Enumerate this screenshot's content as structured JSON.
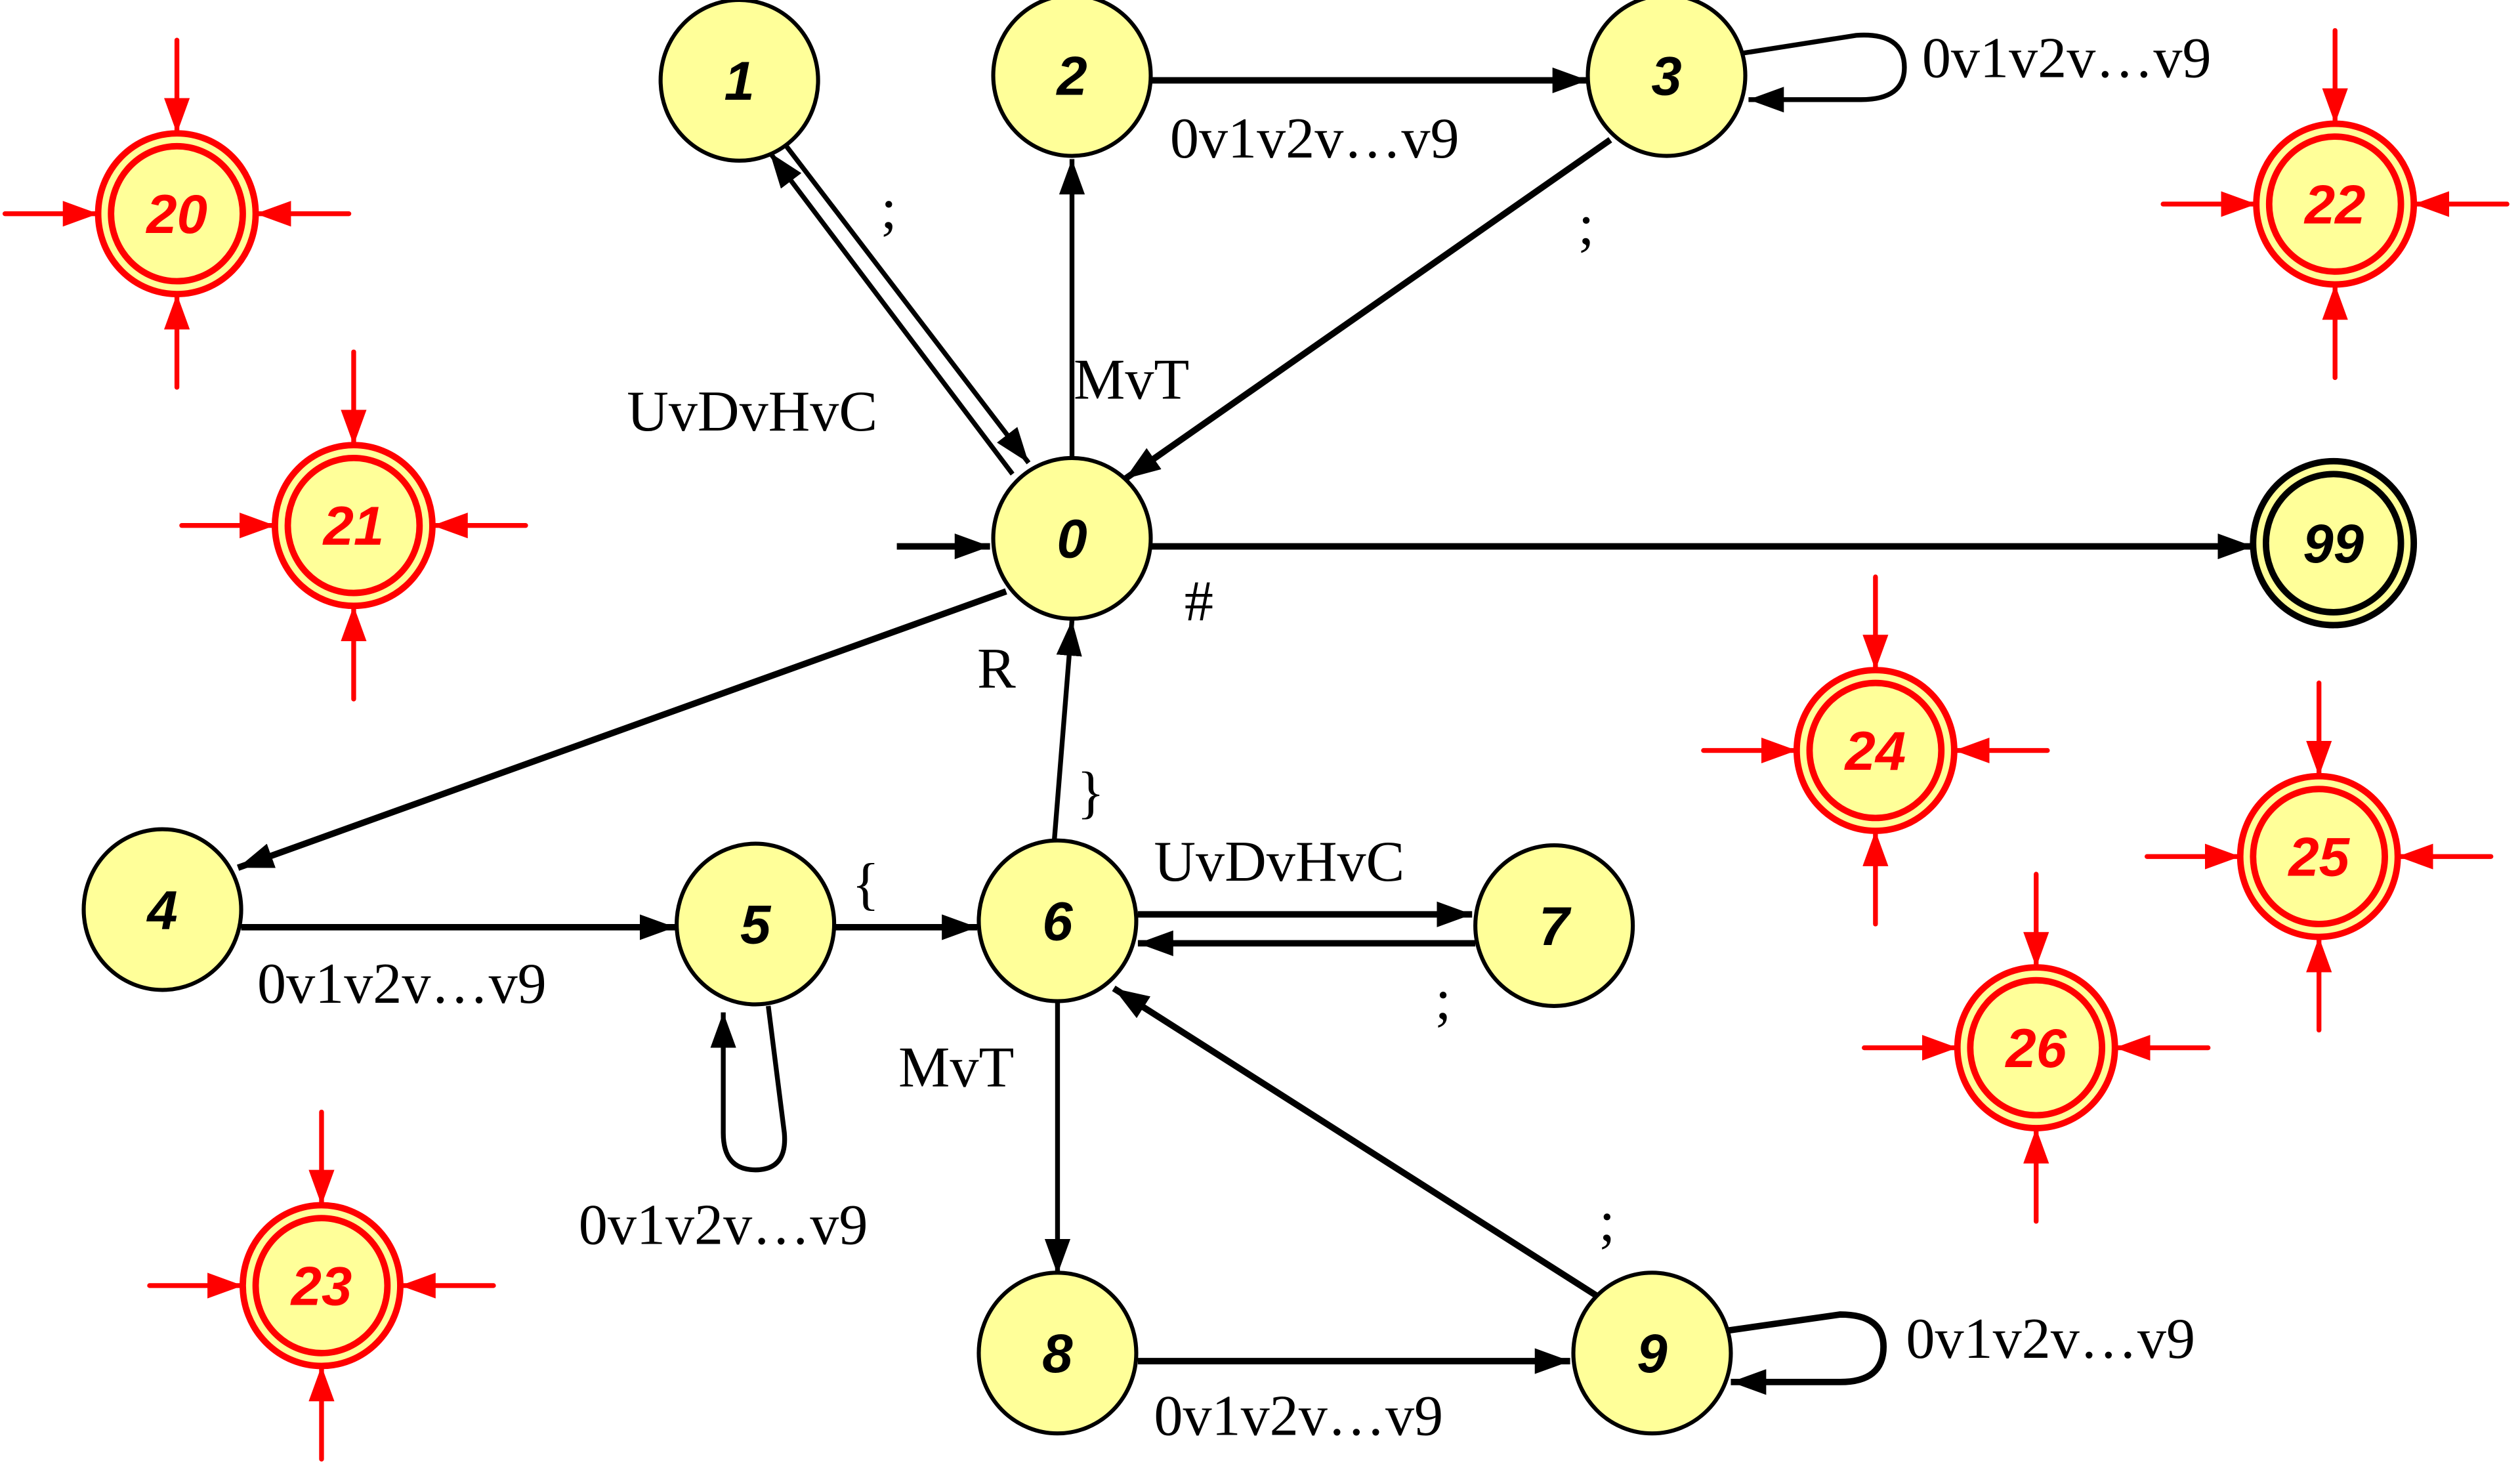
{
  "diagram": {
    "type": "finite-state-automaton",
    "colors": {
      "state_fill": "#ffff99",
      "state_stroke": "#000000",
      "error_state_color": "#ff0000",
      "edge": "#000000"
    },
    "start_state": "0",
    "accepting_state": "99",
    "states": [
      {
        "id": "0",
        "label": "0",
        "kind": "start"
      },
      {
        "id": "1",
        "label": "1",
        "kind": "normal"
      },
      {
        "id": "2",
        "label": "2",
        "kind": "normal"
      },
      {
        "id": "3",
        "label": "3",
        "kind": "normal"
      },
      {
        "id": "4",
        "label": "4",
        "kind": "normal"
      },
      {
        "id": "5",
        "label": "5",
        "kind": "normal"
      },
      {
        "id": "6",
        "label": "6",
        "kind": "normal"
      },
      {
        "id": "7",
        "label": "7",
        "kind": "normal"
      },
      {
        "id": "8",
        "label": "8",
        "kind": "normal"
      },
      {
        "id": "9",
        "label": "9",
        "kind": "normal"
      },
      {
        "id": "99",
        "label": "99",
        "kind": "accepting"
      }
    ],
    "error_states": [
      {
        "id": "20",
        "label": "20"
      },
      {
        "id": "21",
        "label": "21"
      },
      {
        "id": "22",
        "label": "22"
      },
      {
        "id": "23",
        "label": "23"
      },
      {
        "id": "24",
        "label": "24"
      },
      {
        "id": "25",
        "label": "25"
      },
      {
        "id": "26",
        "label": "26"
      }
    ],
    "transitions": [
      {
        "from": "0",
        "to": "1",
        "label": "UvDvHvC"
      },
      {
        "from": "1",
        "to": "0",
        "label": ";"
      },
      {
        "from": "0",
        "to": "2",
        "label": "MvT"
      },
      {
        "from": "2",
        "to": "3",
        "label": "0v1v2v…v9"
      },
      {
        "from": "3",
        "to": "3",
        "label": "0v1v2v…v9"
      },
      {
        "from": "3",
        "to": "0",
        "label": ";"
      },
      {
        "from": "0",
        "to": "99",
        "label": "#"
      },
      {
        "from": "0",
        "to": "4",
        "label": "R"
      },
      {
        "from": "4",
        "to": "5",
        "label": "0v1v2v…v9"
      },
      {
        "from": "5",
        "to": "5",
        "label": "0v1v2v…v9"
      },
      {
        "from": "5",
        "to": "6",
        "label": "{"
      },
      {
        "from": "6",
        "to": "0",
        "label": "}"
      },
      {
        "from": "6",
        "to": "7",
        "label": "UvDvHvC"
      },
      {
        "from": "7",
        "to": "6",
        "label": ";"
      },
      {
        "from": "6",
        "to": "8",
        "label": "MvT"
      },
      {
        "from": "8",
        "to": "9",
        "label": "0v1v2v…v9"
      },
      {
        "from": "9",
        "to": "9",
        "label": "0v1v2v…v9"
      },
      {
        "from": "9",
        "to": "6",
        "label": ";"
      }
    ]
  }
}
